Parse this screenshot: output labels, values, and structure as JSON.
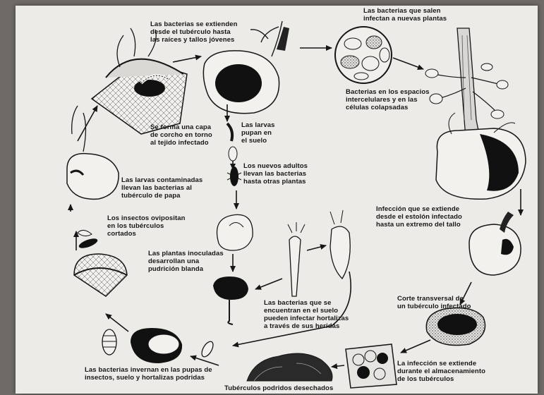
{
  "labels": {
    "spread_tuber_roots": "Las bacterias se extienden\ndesde el tubérculo hasta\nlas raíces y tallos jóvenes",
    "exit_infect_plants": "Las bacterias que salen\ninfectan a nuevas plantas",
    "intercellular": "Bacterias en los espacios\nintercelulares y en las\ncélulas colapsadas",
    "cork_layer": "Se forma una capa\nde corcho en torno\nal tejido infectado",
    "larvae_pupate": "Las larvas\npupan en\nel suelo",
    "new_adults": "Los nuevos adultos\nllevan las bacterias\nhasta otras plantas",
    "larvae_contaminated": "Las larvas contaminadas\nllevan las bacterias al\ntubérculo de papa",
    "oviposit": "Los insectos ovipositan\nen los tubérculos\ncortados",
    "inoculated_plants": "Las plantas inoculadas\ndesarrollan una\npudrición blanda",
    "stolon_infection": "Infección que se extiende\ndesde el estolón infectado\nhasta un extremo del tallo",
    "soil_bacteria": "Las bacterias que se\nencuentran en el suelo\npueden infectar hortalizas\na través de sus heridas",
    "cross_section": "Corte transversal de\nun tubérculo infectado",
    "overwinter": "Las bacterias invernan en las pupas de\ninsectos, suelo y hortalizas podridas",
    "storage_spread": "La infección se extiende\ndurante el almacenamiento\nde los tubérculos",
    "discarded": "Tubérculos podridos desechados"
  },
  "colors": {
    "ink": "#161616",
    "paper": "#ecebe8",
    "background": "#6f6a66"
  }
}
